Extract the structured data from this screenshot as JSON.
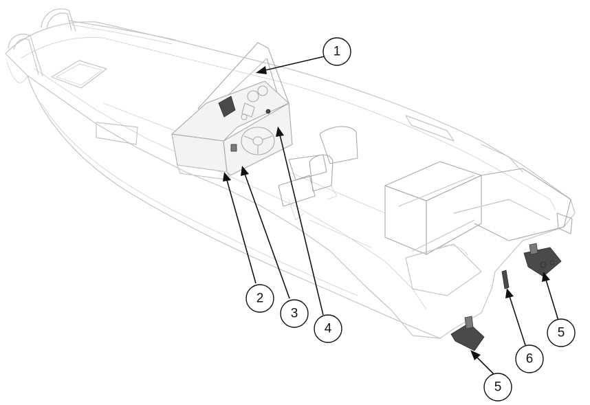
{
  "callouts": [
    {
      "id": "c1",
      "label": "1",
      "target": "dashboard-console-top"
    },
    {
      "id": "c2",
      "label": "2",
      "target": "console-side-switch-panel"
    },
    {
      "id": "c3",
      "label": "3",
      "target": "console-front-panel"
    },
    {
      "id": "c4",
      "label": "4",
      "target": "steering-wheel-area"
    },
    {
      "id": "c5a",
      "label": "5",
      "target": "starboard-trim-tab"
    },
    {
      "id": "c6",
      "label": "6",
      "target": "transom-sensor"
    },
    {
      "id": "c5b",
      "label": "5",
      "target": "port-trim-tab"
    }
  ],
  "colors": {
    "line_art": "#c4c4c4",
    "highlight_part": "#4a4a4a",
    "callout_stroke": "#111111",
    "background": "#ffffff"
  }
}
